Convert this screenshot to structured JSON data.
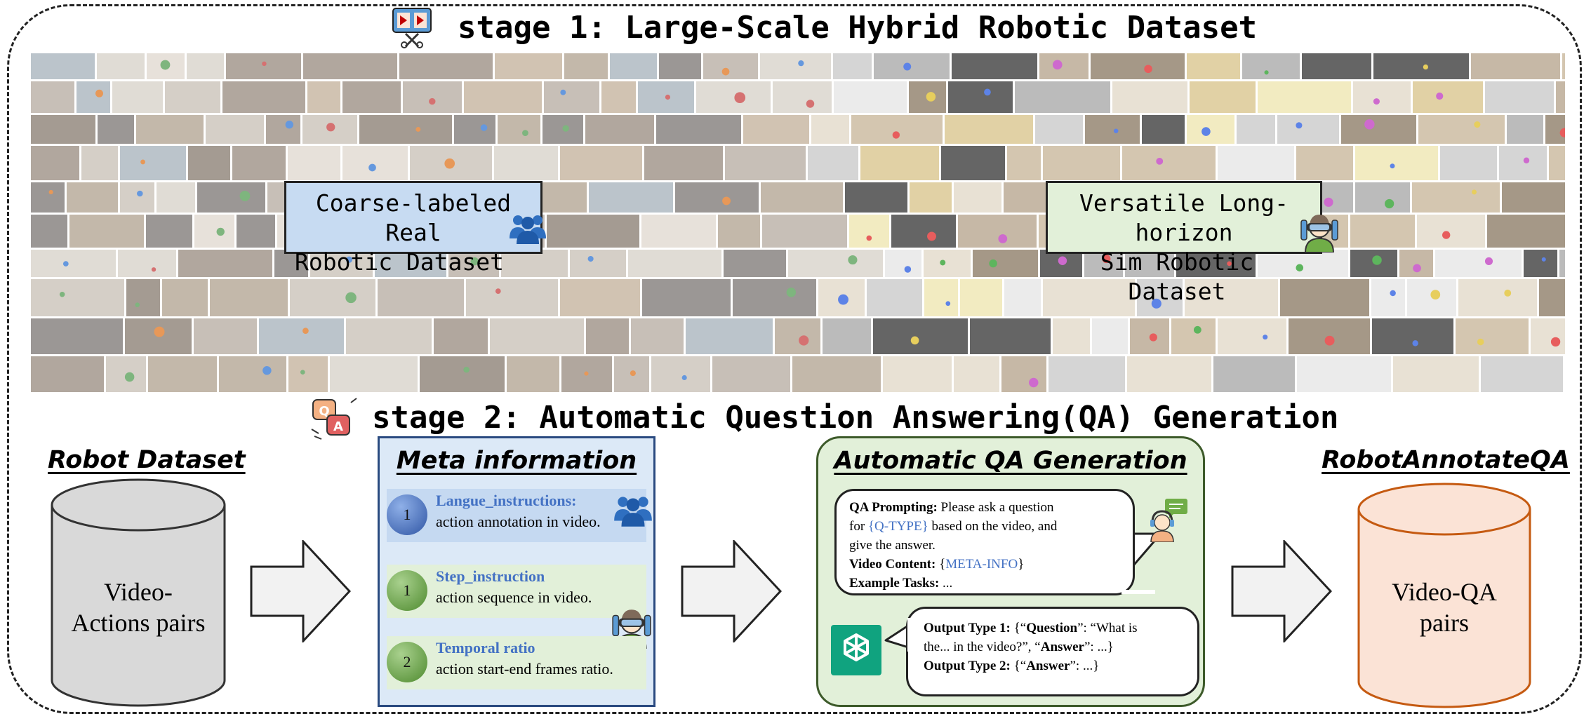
{
  "stage1": {
    "title": "stage 1: Large-Scale Hybrid Robotic Dataset",
    "real_label_line1": "Coarse-labeled Real",
    "real_label_line2": "Robotic Dataset",
    "sim_label_line1": "Versatile Long-horizon",
    "sim_label_line2": "Sim Robotic Dataset",
    "icons": [
      "video-editing-icon",
      "user-group-icon",
      "vr-headset-person-icon"
    ]
  },
  "stage2": {
    "title": "stage 2: Automatic Question Answering(QA) Generation",
    "icons": [
      "qa-chat-icon"
    ]
  },
  "robot_dataset": {
    "title": "Robot Dataset",
    "line1": "Video-",
    "line2": "Actions pairs"
  },
  "meta": {
    "title": "Meta information",
    "items": [
      {
        "num": "1",
        "title": "Langue_instructions:",
        "desc": "action annotation in video."
      },
      {
        "num": "1",
        "title": "Step_instruction",
        "desc": "action sequence in video."
      },
      {
        "num": "2",
        "title": "Temporal ratio",
        "desc": "action start-end frames ratio."
      }
    ]
  },
  "qa": {
    "title": "Automatic QA Generation",
    "prompting_label": "QA Prompting:",
    "prompting_text1": " Please ask a question",
    "prompting_text2a": "for ",
    "qtype": "{Q-TYPE}",
    "prompting_text2b": " based on the video, and",
    "prompting_text3": "give the answer.",
    "video_label": "Video Content:",
    "meta_open": " {",
    "meta_token": "META-INFO",
    "meta_close": "}",
    "example_label": "Example Tasks:",
    "example_text": "  ...",
    "out1_label": "Output Type 1:",
    "out1_a": " {“",
    "out1_q": "Question",
    "out1_b": "”: “What is",
    "out1_c": "the... in the video?”, “",
    "out1_ans": "Answer",
    "out1_d": "”: ...}",
    "out2_label": "Output Type 2:",
    "out2_a": " {“",
    "out2_ans": "Answer",
    "out2_b": "”: ...}"
  },
  "robot_annotate": {
    "title": "RobotAnnotateQA",
    "line1": "Video-QA",
    "line2": "pairs"
  },
  "colors": {
    "real_label_bg": "#c7dbf2",
    "sim_label_bg": "#e2f0d9",
    "meta_bg": "#dce9f7",
    "qa_bg": "#e2f0d9",
    "cyl_gray": "#d9d9d9",
    "cyl_orange": "#fbe3d6",
    "accent_blue": "#4472c4"
  }
}
